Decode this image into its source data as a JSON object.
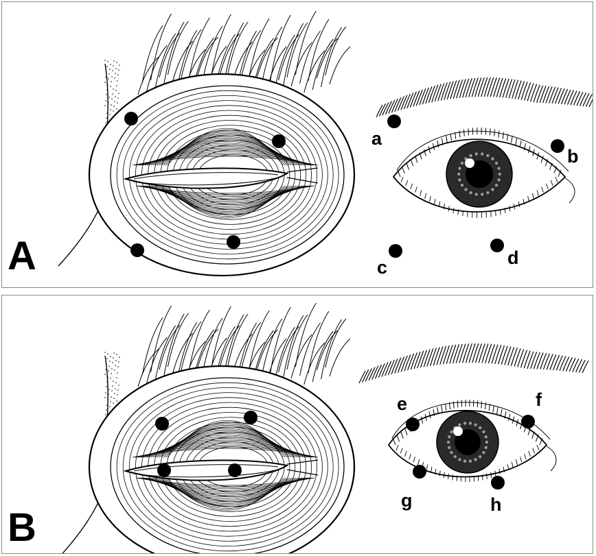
{
  "panels": [
    {
      "letter": "A",
      "points": [
        {
          "label": "a"
        },
        {
          "label": "b"
        },
        {
          "label": "c"
        },
        {
          "label": "d"
        }
      ]
    },
    {
      "letter": "B",
      "points": [
        {
          "label": "e"
        },
        {
          "label": "f"
        },
        {
          "label": "g"
        },
        {
          "label": "h"
        }
      ]
    }
  ],
  "colors": {
    "ink": "#000000",
    "iris": "#2a2a2a",
    "frame": "#888888",
    "background": "#ffffff"
  }
}
